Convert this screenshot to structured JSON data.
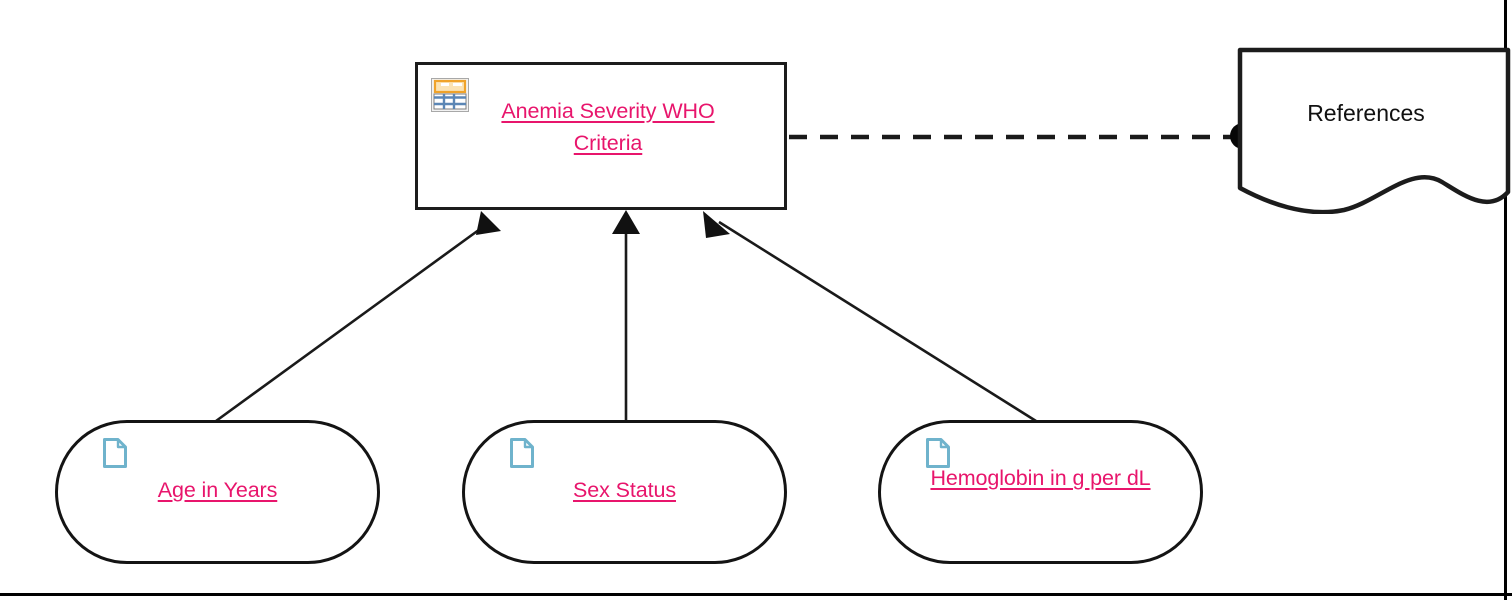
{
  "diagram": {
    "title": "Anemia Severity WHO Criteria",
    "type": "data-element-dependency-diagram",
    "entity": {
      "label": "Anemia Severity WHO Criteria",
      "icon": "table-icon",
      "text_color": "#e8156c",
      "border_color": "#1c1c1c",
      "icon_colors": {
        "header": "#f5a623",
        "header_fill": "#fde0b0",
        "grid": "#5b86b5",
        "frame": "#999999"
      }
    },
    "note": {
      "label": "References",
      "shape": "wavy-bottom-note",
      "text_color": "#111111",
      "border_color": "#1c1c1c"
    },
    "variables": [
      {
        "id": "age",
        "label": "Age in Years",
        "icon": "document-icon",
        "text_color": "#e8156c",
        "icon_color": "#6fb3cc"
      },
      {
        "id": "sex",
        "label": "Sex Status",
        "icon": "document-icon",
        "text_color": "#e8156c",
        "icon_color": "#6fb3cc"
      },
      {
        "id": "hemoglobin",
        "label": "Hemoglobin in g per dL",
        "icon": "document-icon",
        "text_color": "#e8156c",
        "icon_color": "#6fb3cc"
      }
    ],
    "connections": [
      {
        "from": "age",
        "to": "entity",
        "style": "solid",
        "arrow": "filled-triangle"
      },
      {
        "from": "sex",
        "to": "entity",
        "style": "solid",
        "arrow": "filled-triangle"
      },
      {
        "from": "hemoglobin",
        "to": "entity",
        "style": "solid",
        "arrow": "filled-triangle"
      },
      {
        "from": "entity",
        "to": "note",
        "style": "dashed",
        "arrow": "filled-circle"
      }
    ]
  }
}
